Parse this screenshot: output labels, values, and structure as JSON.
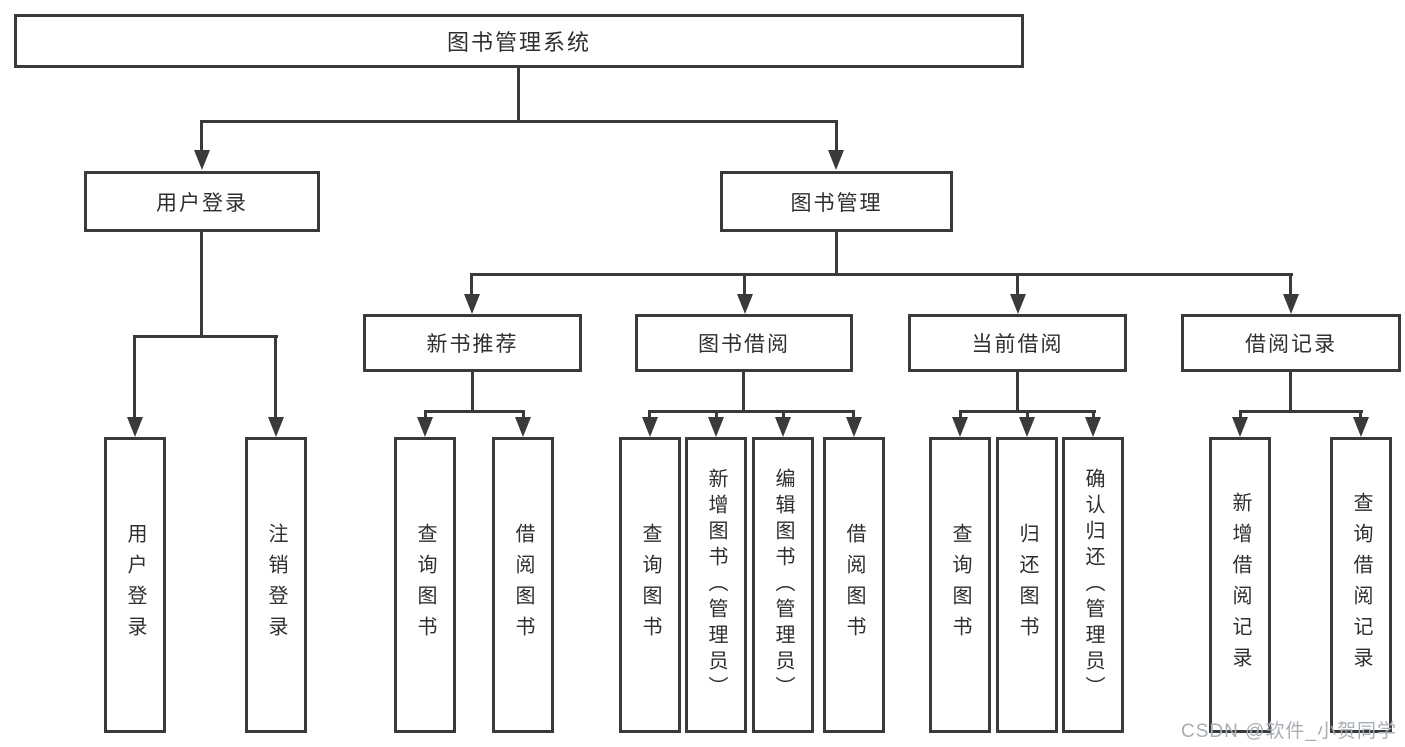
{
  "diagram": {
    "nodes": {
      "root": "图书管理系统",
      "userLogin": "用户登录",
      "bookManagement": "图书管理",
      "newBookRecommend": "新书推荐",
      "bookBorrow": "图书借阅",
      "currentBorrow": "当前借阅",
      "borrowRecords": "借阅记录",
      "leafUserLogin": "用户登录",
      "leafLogout": "注销登录",
      "leafQueryBooksRec": "查询图书",
      "leafBorrowBooksRec": "借阅图书",
      "leafQueryBooksBorrow": "查询图书",
      "leafAddBooksAdmin": "新增图书（管理员）",
      "leafEditBooksAdmin": "编辑图书（管理员）",
      "leafBorrowBooksBorrow": "借阅图书",
      "leafQueryBooksCurrent": "查询图书",
      "leafReturnBooks": "归还图书",
      "leafConfirmReturnAdmin": "确认归还（管理员）",
      "leafAddBorrowRecord": "新增借阅记录",
      "leafQueryBorrowRecord": "查询借阅记录"
    },
    "watermark": "CSDN @软件_小贺同学",
    "colors": {
      "line": "#3a3a3a",
      "text": "#2f2f2f",
      "watermark": "#a8aeb5",
      "background": "#ffffff"
    }
  }
}
